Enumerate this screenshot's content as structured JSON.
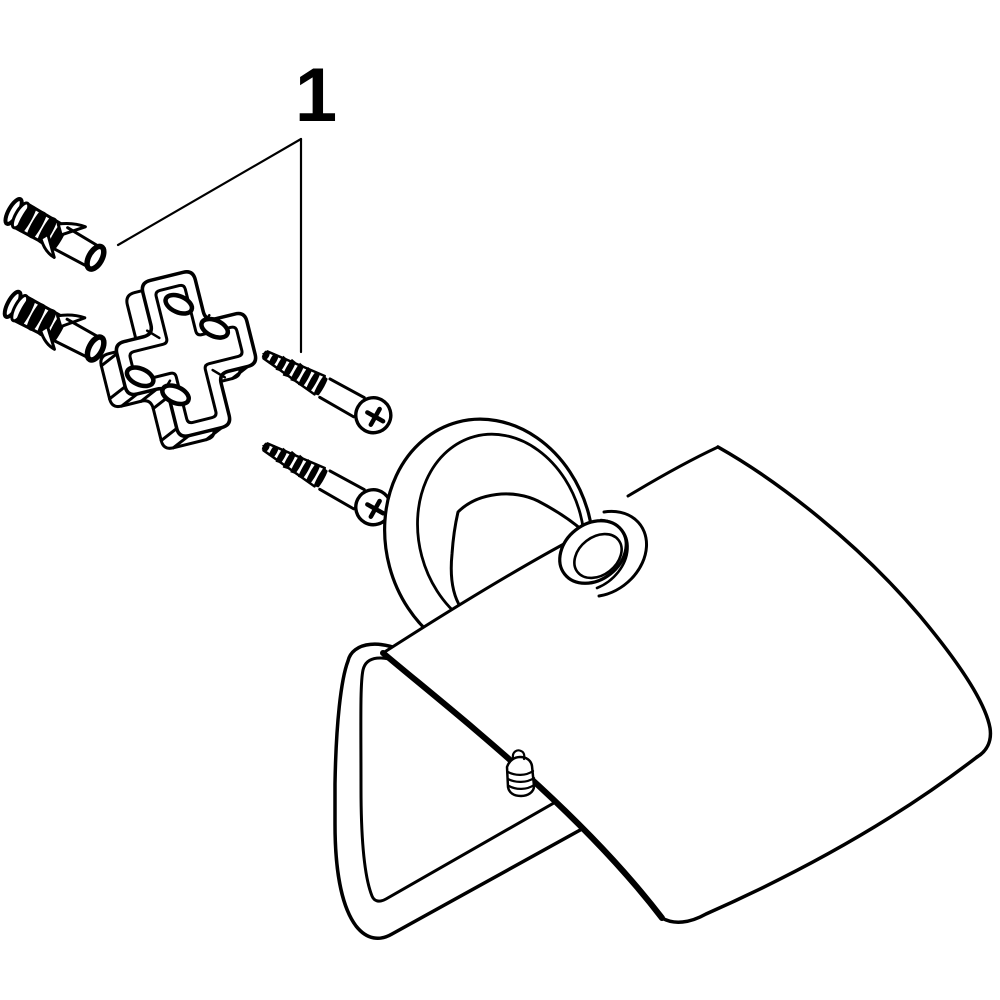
{
  "meta": {
    "type": "exploded-assembly-line-drawing",
    "background_color": "#ffffff",
    "line_color": "#000000",
    "subject": "wall-mounted toilet roll holder with cover and mounting hardware"
  },
  "diagram": {
    "callout": {
      "label": "1",
      "points_to": "mounting hardware set (anchors, plate, screws)"
    },
    "parts": {
      "wall_anchor_top": "wall-anchor-dowel",
      "wall_anchor_bottom": "wall-anchor-dowel",
      "mounting_plate": "cross-shaped-mounting-plate-with-slots",
      "screw_top": "pan-head-phillips-screw",
      "screw_bottom": "pan-head-phillips-screw",
      "rosette": "wall-rosette-escutcheon",
      "arm": "holder-arm-with-pivot",
      "cover": "holder-cover-flap",
      "roll_bar": "roll-holder-bar",
      "set_screw": "grub-set-screw"
    }
  }
}
